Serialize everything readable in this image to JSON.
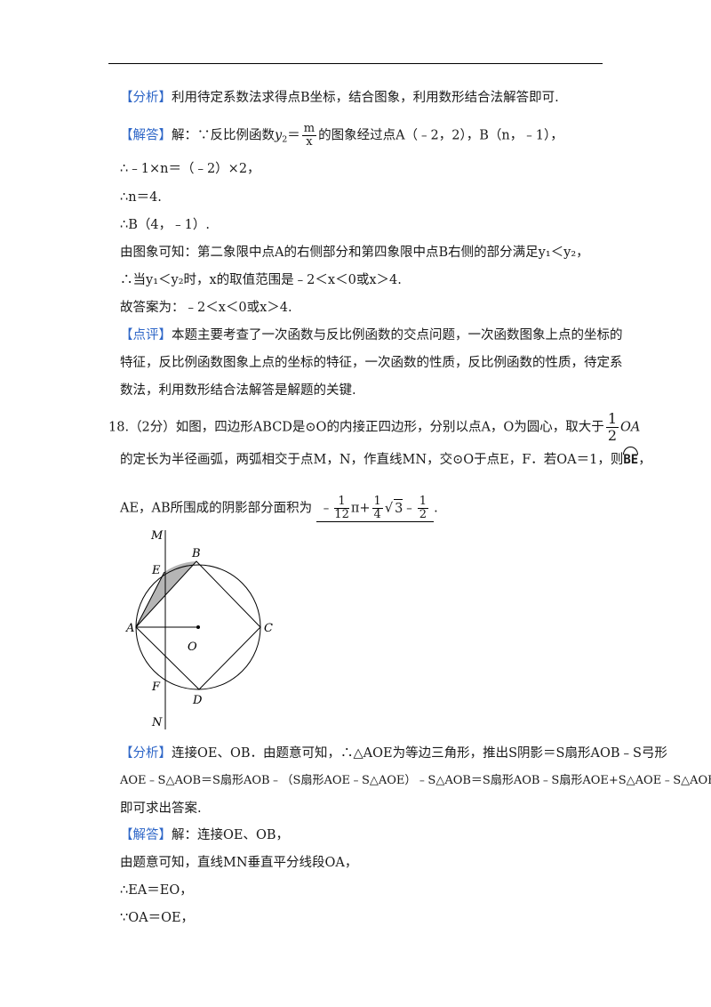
{
  "section1": {
    "analysis_tag": "【分析】",
    "analysis_text": "利用待定系数法求得点B坐标，结合图象，利用数形结合法解答即可.",
    "solution_tag": "【解答】",
    "solution_intro": "解：∵反比例函数",
    "y2_eq": "y",
    "y2_sub": "2",
    "frac_num": "m",
    "frac_den": "x",
    "solution_rest": "的图象经过点A（﹣2，2），B（n，﹣1），",
    "step1": "∴﹣1×n＝（﹣2）×2，",
    "step2": "∴n＝4.",
    "step3": "∴B（4，﹣1）.",
    "step4": "由图象可知：第二象限中点A的右侧部分和第四象限中点B右侧的部分满足y₁＜y₂，",
    "step5": "∴当y₁＜y₂时，x的取值范围是﹣2＜x＜0或x＞4.",
    "step6": "故答案为：﹣2＜x＜0或x＞4.",
    "comment_tag": "【点评】",
    "comment_l1": "本题主要考查了一次函数与反比例函数的交点问题，一次函数图象上点的坐标的",
    "comment_l2": "特征，反比例函数图象上点的坐标的特征，一次函数的性质，反比例函数的性质，待定系",
    "comment_l3": "数法，利用数形结合法解答是解题的关键."
  },
  "question18": {
    "number": "18.",
    "score": "（2分）",
    "l1_text": "如图，四边形ABCD是⊙O的内接正四边形，分别以点A，O为圆心，取大于",
    "half_num": "1",
    "half_den": "2",
    "l1_end": "OA",
    "l2_text": "的定长为半径画弧，两弧相交于点M，N，作直线MN，交⊙O于点E，F．若OA＝1，则",
    "arc_label": "BE",
    "l2_end": "，",
    "l3_text": "AE，AB所围成的阴影部分面积为",
    "ans_frac1_num": "1",
    "ans_frac1_den": "12",
    "ans_pi": "π",
    "ans_frac2_num": "1",
    "ans_frac2_den": "4",
    "ans_sqrt": "3",
    "ans_frac3_num": "1",
    "ans_frac3_den": "2",
    "l3_end": ".",
    "figure_labels": {
      "M": "M",
      "N": "N",
      "E": "E",
      "B": "B",
      "A": "A",
      "O": "O",
      "C": "C",
      "F": "F",
      "D": "D"
    }
  },
  "section2": {
    "analysis_tag": "【分析】",
    "analysis_l1": "连接OE、OB．由题意可知，∴△AOE为等边三角形，推出S阴影＝S扇形AOB﹣S弓形",
    "analysis_l2": "AOE﹣S△AOB＝S扇形AOB﹣（S扇形AOE﹣S△AOE）﹣S△AOB＝S扇形AOB﹣S扇形AOE+S△AOE﹣S△AOB，",
    "analysis_l3": "即可求出答案.",
    "solution_tag": "【解答】",
    "solution_l1": "解：连接OE、OB，",
    "solution_l2": "由题意可知，直线MN垂直平分线段OA，",
    "solution_l3": "∴EA＝EO，",
    "solution_l4": "∵OA＝OE，"
  }
}
